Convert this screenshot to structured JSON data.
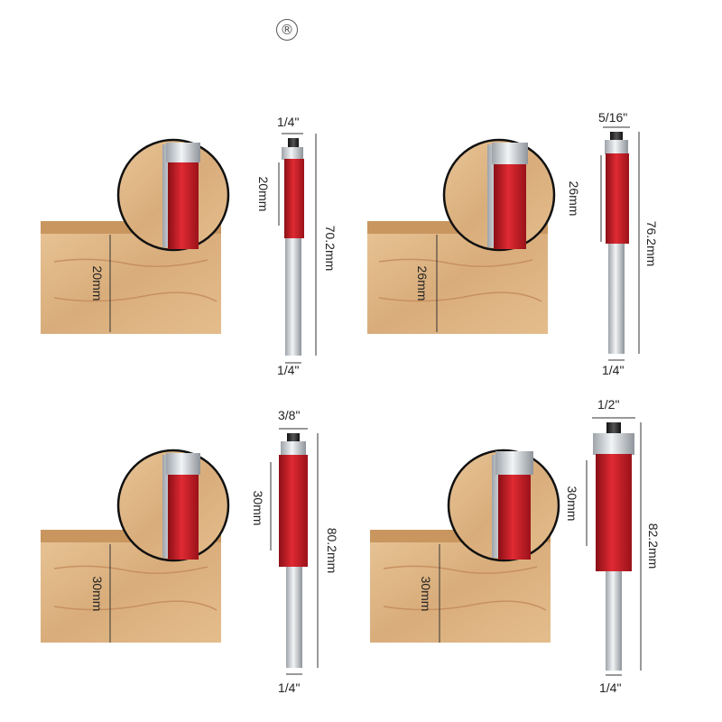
{
  "logo": {
    "mark": "®"
  },
  "colors": {
    "cutter": "#d4202a",
    "cutter_dark": "#8a0f16",
    "shank": "#cfd3d8",
    "wood": "#e2b98a"
  },
  "products": [
    {
      "cut_width": "1/4\"",
      "blade_length": "20mm",
      "wood_depth": "20mm",
      "total_length": "70.2mm",
      "shank": "1/4\""
    },
    {
      "cut_width": "5/16\"",
      "blade_length": "26mm",
      "wood_depth": "26mm",
      "total_length": "76.2mm",
      "shank": "1/4\""
    },
    {
      "cut_width": "3/8\"",
      "blade_length": "30mm",
      "wood_depth": "30mm",
      "total_length": "80.2mm",
      "shank": "1/4\""
    },
    {
      "cut_width": "1/2\"",
      "blade_length": "30mm",
      "wood_depth": "30mm",
      "total_length": "82.2mm",
      "shank": "1/4\""
    }
  ]
}
